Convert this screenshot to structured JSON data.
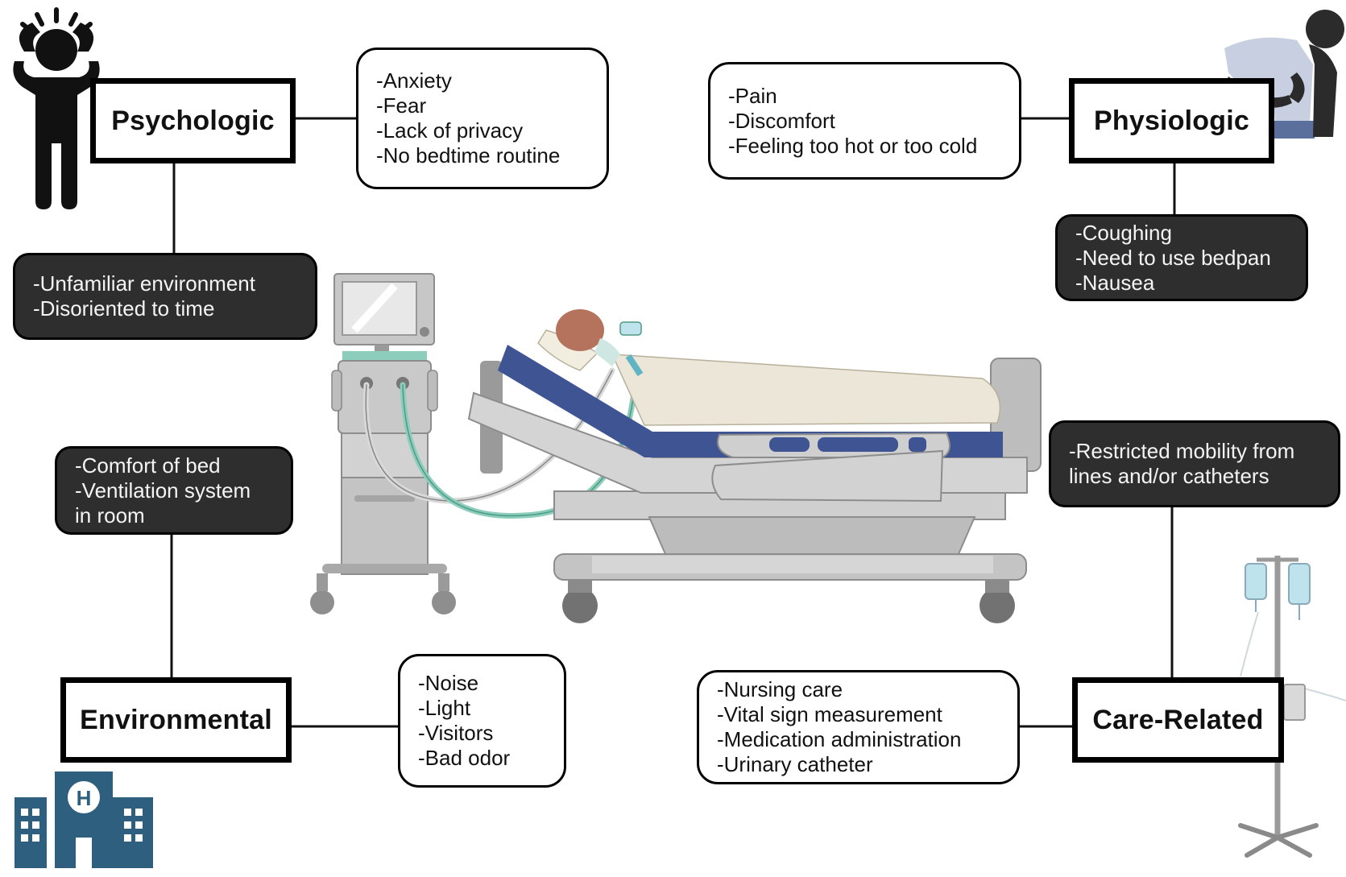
{
  "categories": {
    "psychologic": "Psychologic",
    "physiologic": "Physiologic",
    "environmental": "Environmental",
    "care_related": "Care-Related"
  },
  "boxes": {
    "psych_light": [
      "-Anxiety",
      "-Fear",
      "-Lack of privacy",
      "-No bedtime routine"
    ],
    "psych_dark": [
      "-Unfamiliar environment",
      "-Disoriented to time"
    ],
    "physio_light": [
      "-Pain",
      "-Discomfort",
      "-Feeling too hot or too cold"
    ],
    "physio_dark": [
      "-Coughing",
      "-Need to use bedpan",
      "-Nausea"
    ],
    "env_dark": [
      "-Comfort of bed",
      "-Ventilation system",
      "in room"
    ],
    "env_light": [
      "-Noise",
      "-Light",
      "-Visitors",
      "-Bad odor"
    ],
    "care_dark": [
      "-Restricted mobility from",
      "lines and/or catheters"
    ],
    "care_light": [
      "-Nursing care",
      "-Vital sign measurement",
      "-Medication administration",
      "-Urinary catheter"
    ]
  },
  "illustrations": {
    "hospital_sign_letter": "H"
  },
  "colors": {
    "dark_box": "#2e2e2e",
    "hospital_blue": "#2f5f7e",
    "mattress_blue": "#3f5593",
    "blanket": "#ebe6d8",
    "tubing_green": "#8ccdbb",
    "machine_gray": "#c9c9c9"
  }
}
